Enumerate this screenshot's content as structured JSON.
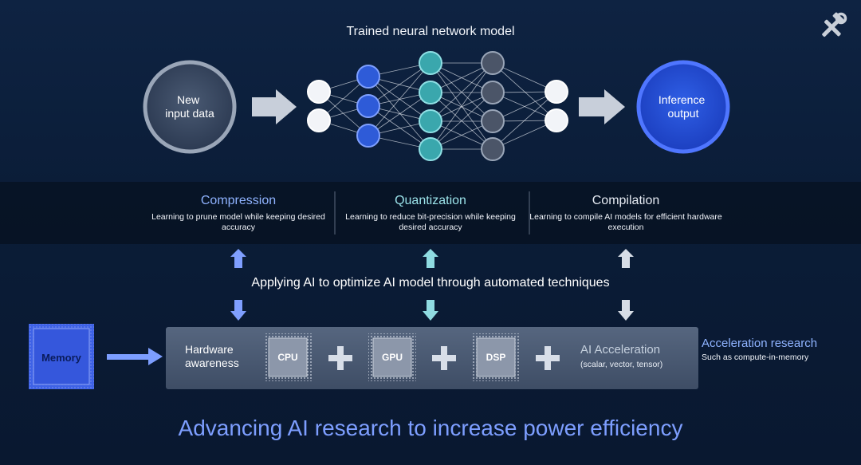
{
  "icons": {
    "tools": "hammer-wrench-icon"
  },
  "network": {
    "title": "Trained neural network model",
    "input_label": "New\ninput data",
    "output_label": "Inference\noutput"
  },
  "techniques": [
    {
      "title": "Compression",
      "description": "Learning to prune model while keeping desired accuracy",
      "color": "#8fb3ff"
    },
    {
      "title": "Quantization",
      "description": "Learning to reduce bit-precision while keeping desired accuracy",
      "color": "#9be3ea"
    },
    {
      "title": "Compilation",
      "description": "Learning to compile AI models for efficient hardware execution",
      "color": "#e6ebf3"
    }
  ],
  "center_text": "Applying AI to optimize AI model through automated techniques",
  "hardware": {
    "memory": "Memory",
    "awareness": "Hardware awareness",
    "chips": [
      "CPU",
      "GPU",
      "DSP"
    ],
    "ai_acceleration": "AI Acceleration",
    "ai_acceleration_sub": "(scalar, vector, tensor)"
  },
  "acceleration": {
    "title": "Acceleration research",
    "subtitle": "Such as compute-in-memory"
  },
  "footer": "Advancing AI research to increase power efficiency",
  "colors": {
    "accent_blue": "#8fb3ff",
    "node_blue": "#2e5bd8",
    "node_teal": "#3aa7ad",
    "node_gray": "#4b5568",
    "node_white": "#f2f4f8",
    "footer_blue": "#7d9eff"
  }
}
